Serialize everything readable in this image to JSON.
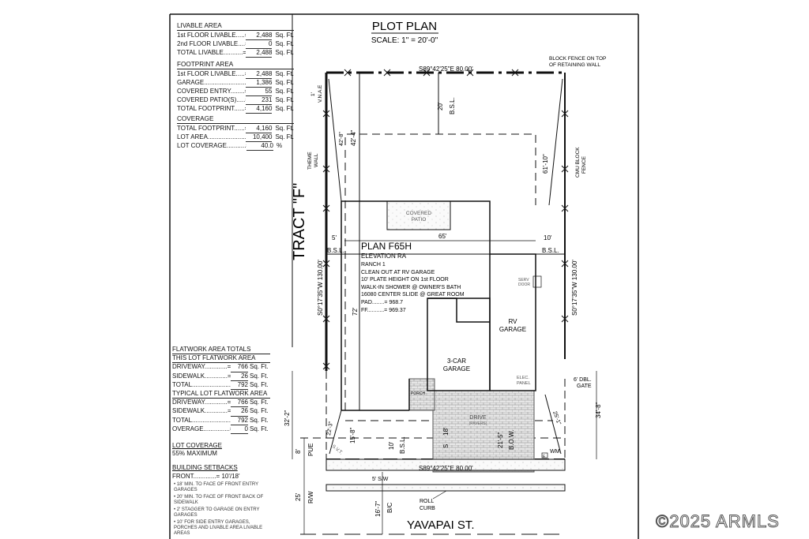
{
  "title": "PLOT PLAN",
  "scale": "SCALE: 1\" = 20'-0\"",
  "livable": {
    "header": "LIVABLE AREA",
    "rows": [
      {
        "label": "1st FLOOR LIVABLE.....=",
        "value": "2,488",
        "unit": "Sq. Ft."
      },
      {
        "label": "2nd FLOOR LIVABLE....=",
        "value": "0",
        "unit": "Sq. Ft."
      },
      {
        "label": "TOTAL LIVABLE...........=",
        "value": "2,488",
        "unit": "Sq. Ft."
      }
    ]
  },
  "footprint": {
    "header": "FOOTPRINT AREA",
    "rows": [
      {
        "label": "1st FLOOR LIVABLE.....=",
        "value": "2,488",
        "unit": "Sq. Ft."
      },
      {
        "label": "GARAGE........................=",
        "value": "1,386",
        "unit": "Sq. Ft."
      },
      {
        "label": "COVERED ENTRY........=",
        "value": "55",
        "unit": "Sq. Ft."
      },
      {
        "label": "COVERED PATIO(S).....=",
        "value": "231",
        "unit": "Sq. Ft."
      },
      {
        "label": "TOTAL FOOTPRINT......=",
        "value": "4,160",
        "unit": "Sq. Ft."
      }
    ]
  },
  "coverage": {
    "header": "COVERAGE",
    "rows": [
      {
        "label": "TOTAL FOOTPRINT......=",
        "value": "4,160",
        "unit": "Sq. Ft."
      },
      {
        "label": "LOT AREA......................=",
        "value": "10,400",
        "unit": "Sq. Ft."
      },
      {
        "label": "LOT COVERAGE...........=",
        "value": "40.0",
        "unit": "%"
      }
    ]
  },
  "flatwork": {
    "header": "FLATWORK AREA TOTALS",
    "this_lot_header": "THIS LOT FLATWORK AREA",
    "this_lot": [
      {
        "label": "DRIVEWAY.............=",
        "value": "766",
        "unit": "Sq. Ft."
      },
      {
        "label": "SIDEWALK.............=",
        "value": "26",
        "unit": "Sq. Ft."
      },
      {
        "label": "TOTAL......................=",
        "value": "792",
        "unit": "Sq. Ft."
      }
    ],
    "typical_header": "TYPICAL LOT FLATWORK AREA",
    "typical": [
      {
        "label": "DRIVEWAY.............=",
        "value": "766",
        "unit": "Sq. Ft."
      },
      {
        "label": "SIDEWALK.............=",
        "value": "26",
        "unit": "Sq. Ft."
      },
      {
        "label": "TOTAL......................=",
        "value": "792",
        "unit": "Sq. Ft."
      },
      {
        "label": "OVERAGE...............=",
        "value": "0",
        "unit": "Sq. Ft."
      }
    ]
  },
  "lot_coverage": {
    "header": "LOT COVERAGE",
    "value": "55% MAXIMUM"
  },
  "setbacks": {
    "header": "BUILDING SETBACKS",
    "front": "FRONT.............= 10'/18'",
    "notes": [
      "• 18' MIN. TO FACE OF FRONT ENTRY GARAGES",
      "• 20' MIN. TO FACE OF FRONT BACK OF SIDEWALK",
      "• 2' STAGGER TO GARAGE ON ENTRY GARAGES",
      "• 10' FOR SIDE ENTRY GARAGES, PORCHES AND LIVABLE AREA LIVABLE AREAS"
    ]
  },
  "watermark": "©2025 ARMLS",
  "plan": {
    "name": "PLAN F65H",
    "lines": [
      "ELEVATION RA",
      "RANCH 1",
      "CLEAN OUT AT RV GARAGE",
      "10' PLATE HEIGHT ON 1st FLOOR",
      "WALK-IN SHOWER @ OWNER'S BATH",
      "16080 CENTER SLIDE @ GREAT ROOM"
    ],
    "pad": "PAD........= 968.7",
    "ff": "FF...........= 969.37"
  },
  "labels": {
    "tract": "TRACT \"F\"",
    "top_bearing": "S89°42'25\"E  80.00'",
    "bottom_bearing": "S89°42'25\"E  80.00'",
    "left_bearing": "S0°17'35\"W  130.00'",
    "right_bearing": "S0°17'35\"W  130.00'",
    "block_fence": [
      "BLOCK FENCE ON TOP",
      "OF RETAINING WALL"
    ],
    "cmu_fence": [
      "CMU BLOCK",
      "FENCE"
    ],
    "theme_wall": [
      "THEME",
      "WALL"
    ],
    "vnae": "V.N.A.E",
    "one_ft": "1'",
    "rear_setback": "20'",
    "bsl": "B.S.L.",
    "dim_42_8": "42'-8\"",
    "dim_42_4": "42'-4\"",
    "dim_61_10": "61'-10\"",
    "covered_patio": [
      "COVERED",
      "PATIO"
    ],
    "side_left": "5'",
    "width_65": "65'",
    "side_right": "10'",
    "depth_72": "72'",
    "serv_door": [
      "SERV",
      "DOOR"
    ],
    "rv_garage": [
      "RV",
      "GARAGE"
    ],
    "car_garage": [
      "3-CAR",
      "GARAGE"
    ],
    "porch": "PORCH",
    "elec_panel": [
      "ELEC.",
      "PANEL"
    ],
    "dbl_gate": [
      "6' DBL.",
      "GATE"
    ],
    "drive": "DRIVE",
    "pavers": "(PAVERS)",
    "dim_32_2": "32'-2\"",
    "dim_34_8": "34'-8\"",
    "dim_22_3": "22'-3\"",
    "dim_15_8": "15'-8\"",
    "dim_10": "10'",
    "dim_18": "18'",
    "s_label": "S",
    "dim_21_5": "21'-5\"",
    "bow": "B.O.W.",
    "dim_25_1": "25'-1\"",
    "pue_dim": "8'",
    "pue": "PUE",
    "svt": "S.V.T.",
    "wm": "WM",
    "e_box": "E",
    "sidewalk": "5' S/W",
    "rw_dim": "25'",
    "rw": "R/W",
    "bc_dim": "16'-7\"",
    "bc": "B/C",
    "roll_curb": [
      "ROLL",
      "CURB"
    ],
    "street": "YAVAPAI ST."
  }
}
